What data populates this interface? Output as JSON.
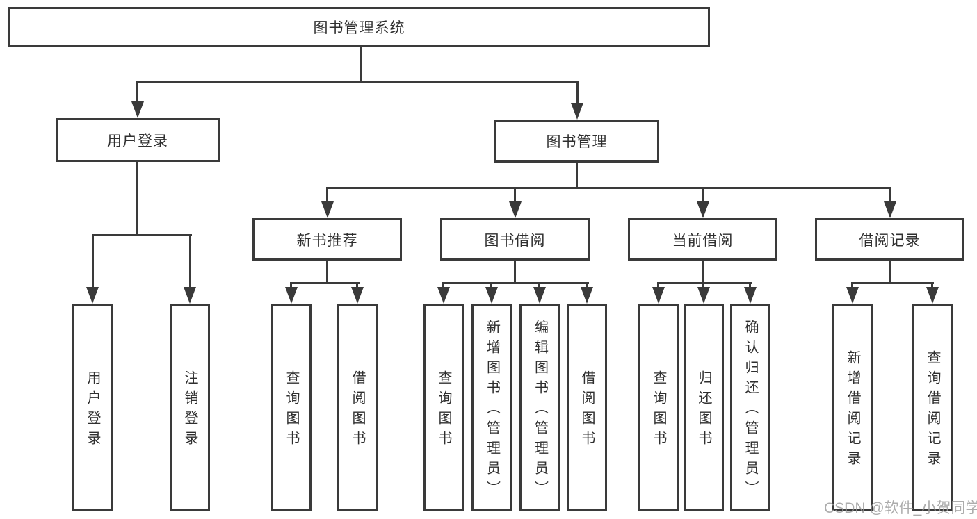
{
  "diagram": {
    "root": {
      "label": "图书管理系统"
    },
    "login": {
      "label": "用户登录",
      "children": [
        {
          "label": "用户登录"
        },
        {
          "label": "注销登录"
        }
      ]
    },
    "mgmt": {
      "label": "图书管理",
      "groups": [
        {
          "label": "新书推荐",
          "children": [
            {
              "label": "查询图书"
            },
            {
              "label": "借阅图书"
            }
          ]
        },
        {
          "label": "图书借阅",
          "children": [
            {
              "label": "查询图书"
            },
            {
              "label": "新增图书（管理员）"
            },
            {
              "label": "编辑图书（管理员）"
            },
            {
              "label": "借阅图书"
            }
          ]
        },
        {
          "label": "当前借阅",
          "children": [
            {
              "label": "查询图书"
            },
            {
              "label": "归还图书"
            },
            {
              "label": "确认归还（管理员）"
            }
          ]
        },
        {
          "label": "借阅记录",
          "children": [
            {
              "label": "新增借阅记录"
            },
            {
              "label": "查询借阅记录"
            }
          ]
        }
      ]
    }
  },
  "watermark": {
    "text": "CSDN @软件_小贺同学"
  },
  "colors": {
    "line": "#3a3a3a",
    "ink": "#2f2f2f",
    "watermark": "#9e9e9e",
    "bg": "#ffffff"
  }
}
